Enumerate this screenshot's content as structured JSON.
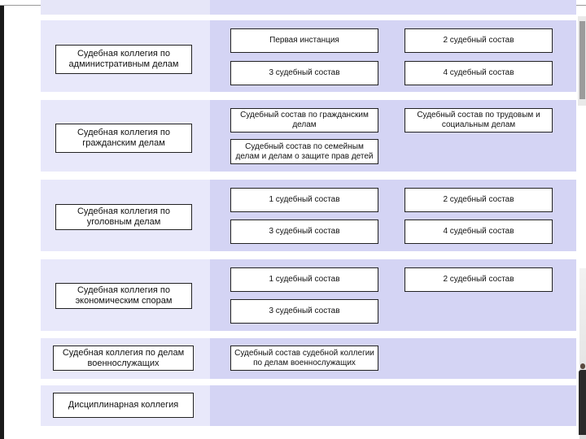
{
  "rows": [
    {
      "collegium": "Судебная коллегия по административным делам",
      "compositions": [
        "Первая инстанция",
        "2 судебный состав",
        "3 судебный состав",
        "4 судебный состав"
      ]
    },
    {
      "collegium": "Судебная коллегия по гражданским делам",
      "compositions": [
        "Судебный состав по гражданским делам",
        "Судебный состав по трудовым и социальным делам",
        "Судебный состав по семейным делам и делам о защите прав детей"
      ]
    },
    {
      "collegium": "Судебная коллегия по уголовным делам",
      "compositions": [
        "1 судебный состав",
        "2 судебный состав",
        "3 судебный состав",
        "4 судебный состав"
      ]
    },
    {
      "collegium": "Судебная коллегия по экономическим спорам",
      "compositions": [
        "1 судебный состав",
        "2 судебный состав",
        "3 судебный состав"
      ]
    },
    {
      "collegium": "Судебная коллегия по делам военнослужащих",
      "compositions": [
        "Судебный состав судебной коллегии по делам военнослужащих"
      ]
    },
    {
      "collegium": "Дисциплинарная коллегия",
      "compositions": []
    }
  ]
}
